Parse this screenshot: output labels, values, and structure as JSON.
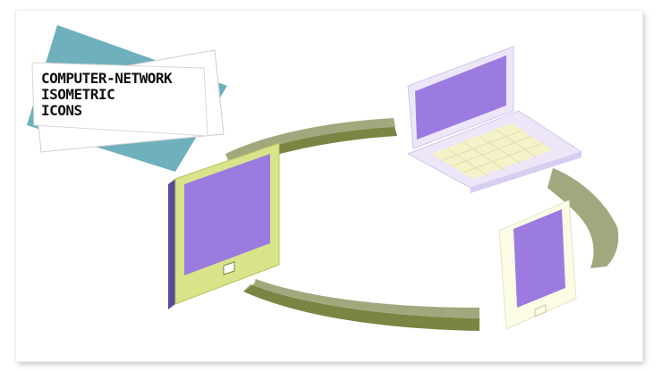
{
  "title": {
    "lines": [
      "COMPUTER-NETWORK",
      "ISOMETRIC",
      "ICONS"
    ]
  },
  "colors": {
    "ring_top": "#a2a87e",
    "ring_side": "#7c8443",
    "screen": "#9b7be0",
    "tablet_frame": "#d9e38a",
    "tablet_edge": "#5a4a9c",
    "laptop_body": "#ece6f8",
    "laptop_keys": "#f6f2c8",
    "phone_frame": "#fbfbe6",
    "banner_teal": "#6fb0bd",
    "banner_paper": "#ffffff"
  },
  "icons": [
    "tablet-icon",
    "laptop-icon",
    "phone-icon",
    "network-ring"
  ]
}
